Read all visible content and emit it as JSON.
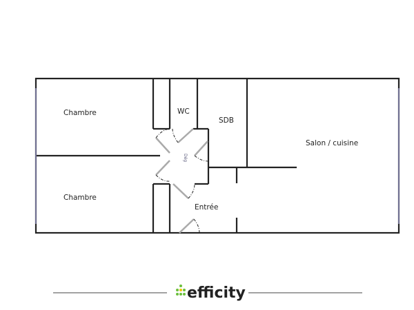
{
  "rooms": {
    "chambre_1": "Chambre",
    "chambre_2": "Chambre",
    "wc": "WC",
    "sdb": "SDB",
    "salon": "Salon / cuisine",
    "entree": "Entrée",
    "degagement": "Dég"
  },
  "brand": {
    "name": "efficity",
    "dot_colors": [
      "#6cbf3c",
      "#f2c500"
    ]
  }
}
